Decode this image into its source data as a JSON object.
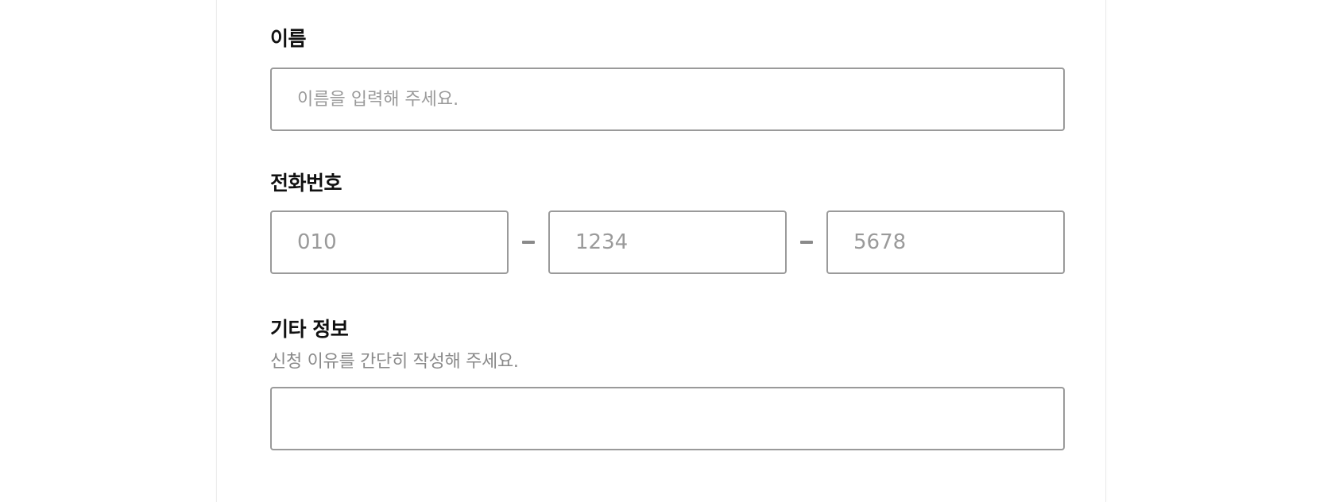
{
  "form": {
    "name_field": {
      "label": "이름",
      "placeholder": "이름을 입력해 주세요.",
      "value": ""
    },
    "phone_field": {
      "label": "전화번호",
      "parts": [
        {
          "placeholder": "010",
          "value": ""
        },
        {
          "placeholder": "1234",
          "value": ""
        },
        {
          "placeholder": "5678",
          "value": ""
        }
      ],
      "separator_icon": "dash-icon"
    },
    "other_info_field": {
      "label": "기타 정보",
      "description": "신청 이유를 간단히 작성해 주세요.",
      "value": ""
    }
  },
  "colors": {
    "border": "#9a9a9a",
    "label": "#111111",
    "placeholder": "#9a9a9a",
    "description": "#8a8a8a"
  }
}
